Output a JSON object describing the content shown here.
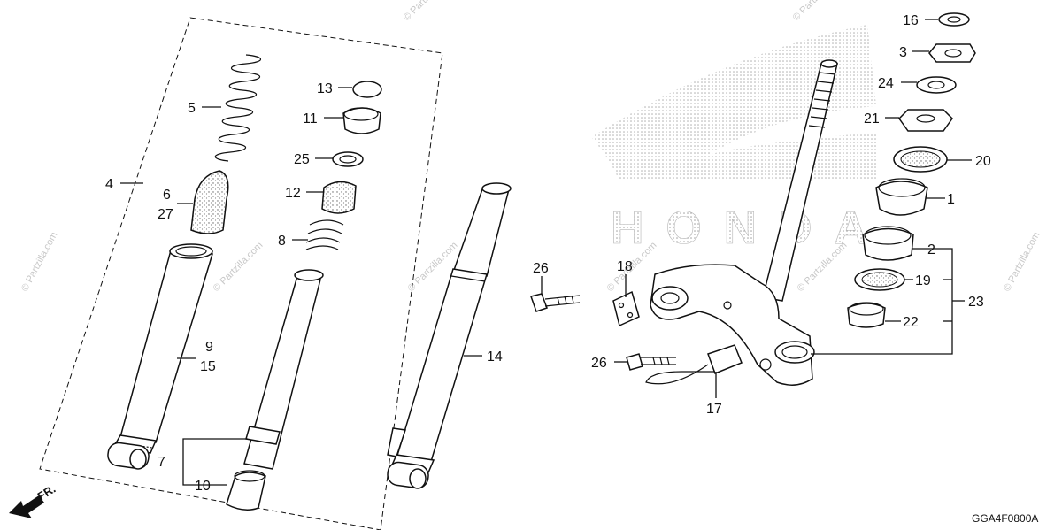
{
  "diagram": {
    "code": "GGA4F0800A",
    "direction_label": "FR.",
    "watermark": "© Partzilla.com",
    "logo_text": "HONDA",
    "callouts": [
      "1",
      "2",
      "3",
      "4",
      "5",
      "6",
      "7",
      "8",
      "9",
      "10",
      "11",
      "12",
      "13",
      "14",
      "15",
      "16",
      "17",
      "18",
      "19",
      "20",
      "21",
      "22",
      "23",
      "24",
      "25",
      "26",
      "27"
    ]
  }
}
